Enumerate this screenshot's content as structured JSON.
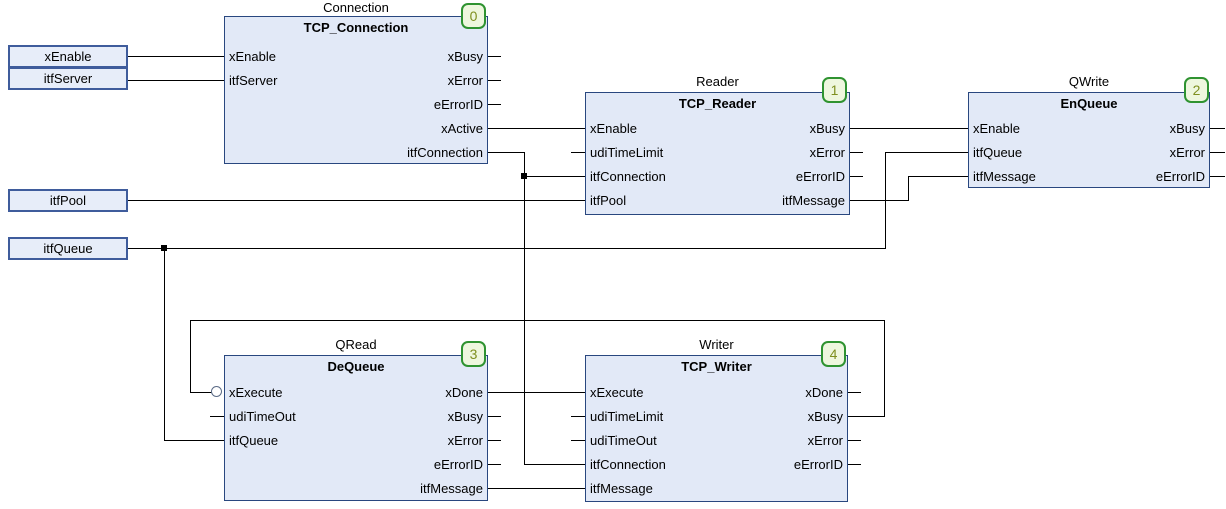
{
  "diagram": {
    "editor": "fbd-network",
    "colors": {
      "background": "#ffffff",
      "block_fill": "#e2e9f7",
      "block_border": "#29477f",
      "varbox_fill": "#e7edf9",
      "varbox_border": "#3f5c9c",
      "badge_fill": "#eef7de",
      "badge_border": "#2f9331",
      "badge_text": "#7e8f1f",
      "wire": "#000000",
      "text": "#000000"
    },
    "input_variables": [
      {
        "label": "xEnable"
      },
      {
        "label": "itfServer"
      },
      {
        "label": "itfPool"
      },
      {
        "label": "itfQueue"
      }
    ],
    "blocks": [
      {
        "instance": "Connection",
        "type": "TCP_Connection",
        "badge": "0",
        "inputs": [
          "xEnable",
          "itfServer"
        ],
        "outputs": [
          "xBusy",
          "xError",
          "eErrorID",
          "xActive",
          "itfConnection"
        ]
      },
      {
        "instance": "Reader",
        "type": "TCP_Reader",
        "badge": "1",
        "inputs": [
          "xEnable",
          "udiTimeLimit",
          "itfConnection",
          "itfPool"
        ],
        "outputs": [
          "xBusy",
          "xError",
          "eErrorID",
          "itfMessage"
        ]
      },
      {
        "instance": "QWrite",
        "type": "EnQueue",
        "badge": "2",
        "inputs": [
          "xEnable",
          "itfQueue",
          "itfMessage"
        ],
        "outputs": [
          "xBusy",
          "xError",
          "eErrorID"
        ]
      },
      {
        "instance": "QRead",
        "type": "DeQueue",
        "badge": "3",
        "inputs": [
          "xExecute",
          "udiTimeOut",
          "itfQueue"
        ],
        "outputs": [
          "xDone",
          "xBusy",
          "xError",
          "eErrorID",
          "itfMessage"
        ],
        "negated_inputs": [
          "xExecute"
        ]
      },
      {
        "instance": "Writer",
        "type": "TCP_Writer",
        "badge": "4",
        "inputs": [
          "xExecute",
          "udiTimeLimit",
          "udiTimeOut",
          "itfConnection",
          "itfMessage"
        ],
        "outputs": [
          "xDone",
          "xBusy",
          "xError",
          "eErrorID"
        ]
      }
    ]
  }
}
